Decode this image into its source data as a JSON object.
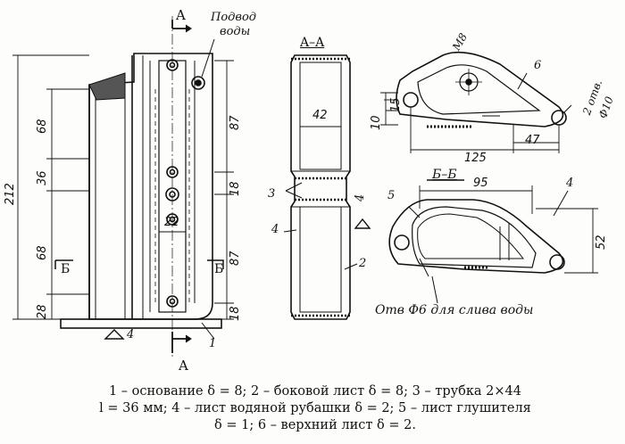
{
  "section_labels": {
    "section_a_top": "A",
    "section_a_bottom": "A",
    "section_aa": "A–A",
    "section_bb": "Б–Б",
    "section_b_left": "Б",
    "section_b_right": "Б"
  },
  "callouts": {
    "water_inlet_line1": "Подвод",
    "water_inlet_line2": "воды",
    "drain_hole": "Отв Ф6 для слива воды",
    "holes_2": "2 отв.",
    "holes_2_dia": "Ф10",
    "thread_m8": "М8"
  },
  "part_numbers": [
    "1",
    "2",
    "3",
    "4",
    "5",
    "6"
  ],
  "weld_marks": [
    "4",
    "4"
  ],
  "dimensions_front": {
    "overall_height": "212",
    "left_68_top": "68",
    "left_36": "36",
    "left_68_bottom": "68",
    "left_28": "28",
    "right_87_top": "87",
    "right_18_top": "18",
    "right_87_bottom": "87",
    "right_18_bottom": "18",
    "width_22": "22"
  },
  "dimensions_section_aa": {
    "width_42": "42"
  },
  "dimensions_top_view": {
    "h_10": "10",
    "h_15": "15",
    "len_125": "125",
    "len_47": "47"
  },
  "dimensions_section_bb": {
    "width_95": "95",
    "height_52": "52"
  },
  "caption": {
    "line1": "1 – основание δ = 8;  2 – боковой лист δ = 8;  3 – трубка 2×44",
    "line2": "l = 36 мм;  4 – лист водяной рубашки δ = 2;  5 – лист глушителя",
    "line3": "δ = 1;  6 – верхний лист δ = 2."
  }
}
